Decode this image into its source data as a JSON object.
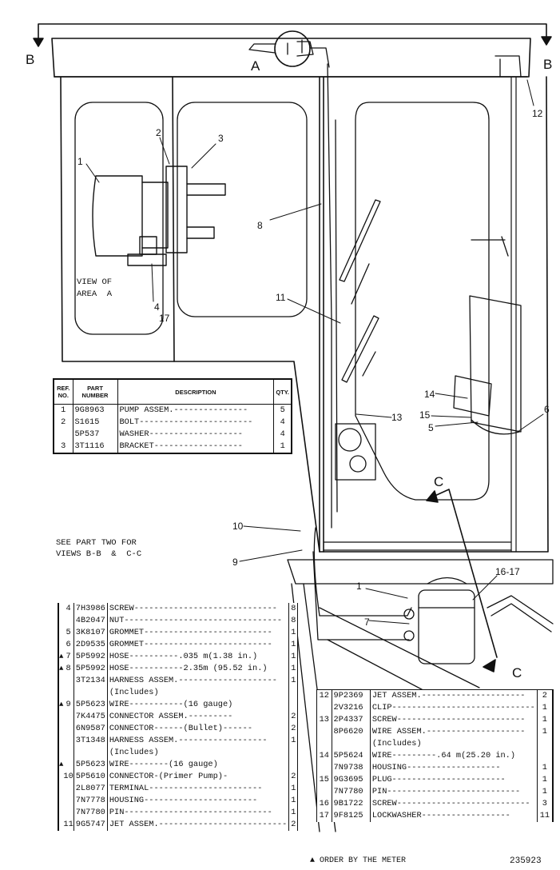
{
  "view_labels": {
    "b_left": "B",
    "b_right": "B",
    "a": "A",
    "c_top": "C",
    "c_bottom": "C",
    "view_of_area": "VIEW OF\nAREA  A"
  },
  "callouts": {
    "c1": "1",
    "c2": "2",
    "c3": "3",
    "c4": "4",
    "c17": "17",
    "c8": "8",
    "c11": "11",
    "c12": "12",
    "c13": "13",
    "c14": "14",
    "c15": "15",
    "c5": "5",
    "c6": "6",
    "c10": "10",
    "c9": "9",
    "c1b": "1",
    "c7": "7",
    "c1617": "16-17"
  },
  "see_part_two": "SEE PART TWO FOR\nVIEWS B-B  &  C-C",
  "table1": {
    "headers": {
      "ref": "REF.\nNO.",
      "part": "PART\nNUMBER",
      "description": "DESCRIPTION",
      "qty": "QTY."
    },
    "rows": [
      {
        "ref": "1",
        "part": "9G8963",
        "desc": "PUMP ASSEM.---------------",
        "qty": "5"
      },
      {
        "ref": "2",
        "part": "S1615",
        "desc": "BOLT-----------------------",
        "qty": "4"
      },
      {
        "ref": "",
        "part": "5P537",
        "desc": "WASHER-------------------",
        "qty": "4"
      },
      {
        "ref": "3",
        "part": "3T1116",
        "desc": "BRACKET------------------",
        "qty": "1"
      }
    ]
  },
  "table2": {
    "rows": [
      {
        "mark": "",
        "ref": "4",
        "part": "7H3986",
        "desc": "SCREW-----------------------------",
        "qty": "8"
      },
      {
        "mark": "",
        "ref": "",
        "part": "4B2047",
        "desc": "NUT--------------------------------",
        "qty": "8"
      },
      {
        "mark": "",
        "ref": "5",
        "part": "3K8107",
        "desc": "GROMMET--------------------------",
        "qty": "1"
      },
      {
        "mark": "",
        "ref": "6",
        "part": "2D9535",
        "desc": "GROMMET--------------------------",
        "qty": "1"
      },
      {
        "mark": "▲",
        "ref": "7",
        "part": "5P5992",
        "desc": "HOSE----------.035 m(1.38 in.)",
        "qty": "1"
      },
      {
        "mark": "▲",
        "ref": "8",
        "part": "5P5992",
        "desc": "HOSE-----------2.35m (95.52 in.)",
        "qty": "1"
      },
      {
        "mark": "",
        "ref": "",
        "part": "3T2134",
        "desc": "HARNESS ASSEM.--------------------",
        "qty": "1"
      },
      {
        "mark": "",
        "ref": "",
        "part": "",
        "desc": "     (Includes)",
        "qty": ""
      },
      {
        "mark": "▲",
        "ref": "9",
        "part": "5P5623",
        "desc": "     WIRE-----------(16 gauge)",
        "qty": ""
      },
      {
        "mark": "",
        "ref": "",
        "part": "7K4475",
        "desc": "     CONNECTOR ASSEM.---------",
        "qty": "2"
      },
      {
        "mark": "",
        "ref": "",
        "part": "6N9587",
        "desc": "     CONNECTOR------(Bullet)------",
        "qty": "2"
      },
      {
        "mark": "",
        "ref": "",
        "part": "3T1348",
        "desc": "HARNESS ASSEM.------------------",
        "qty": "1"
      },
      {
        "mark": "",
        "ref": "",
        "part": "",
        "desc": "     (Includes)",
        "qty": ""
      },
      {
        "mark": "▲",
        "ref": "",
        "part": "5P5623",
        "desc": "     WIRE--------(16 gauge)",
        "qty": ""
      },
      {
        "mark": "",
        "ref": "10",
        "part": "5P5610",
        "desc": "     CONNECTOR-(Primer Pump)-",
        "qty": "2"
      },
      {
        "mark": "",
        "ref": "",
        "part": "2L8077",
        "desc": "     TERMINAL-----------------------",
        "qty": "1"
      },
      {
        "mark": "",
        "ref": "",
        "part": "7N7778",
        "desc": "     HOUSING-----------------------",
        "qty": "1"
      },
      {
        "mark": "",
        "ref": "",
        "part": "7N7780",
        "desc": "     PIN------------------------------",
        "qty": "1"
      },
      {
        "mark": "",
        "ref": "11",
        "part": "9G5747",
        "desc": "JET ASSEM.--------------------------",
        "qty": "2"
      }
    ]
  },
  "table3": {
    "rows": [
      {
        "ref": "12",
        "part": "9P2369",
        "desc": "JET ASSEM.---------------------",
        "qty": "2"
      },
      {
        "ref": "",
        "part": "2V3216",
        "desc": "CLIP-----------------------------",
        "qty": "1"
      },
      {
        "ref": "13",
        "part": "2P4337",
        "desc": "SCREW--------------------------",
        "qty": "1"
      },
      {
        "ref": "",
        "part": "8P6620",
        "desc": "WIRE ASSEM.--------------------",
        "qty": "1"
      },
      {
        "ref": "",
        "part": "",
        "desc": "     (Includes)",
        "qty": ""
      },
      {
        "ref": "14",
        "part": "5P5624",
        "desc": "     WIRE---------.64 m(25.20 in.)",
        "qty": ""
      },
      {
        "ref": "",
        "part": "7N9738",
        "desc": "     HOUSING-------------------",
        "qty": "1"
      },
      {
        "ref": "15",
        "part": "9G3695",
        "desc": "     PLUG-----------------------",
        "qty": "1"
      },
      {
        "ref": "",
        "part": "7N7780",
        "desc": "     PIN---------------------------",
        "qty": "1"
      },
      {
        "ref": "16",
        "part": "9B1722",
        "desc": "SCREW---------------------------",
        "qty": "3"
      },
      {
        "ref": "17",
        "part": "9F8125",
        "desc": "LOCKWASHER------------------",
        "qty": "11"
      }
    ]
  },
  "footer": {
    "order_note": "▲ ORDER BY THE METER",
    "code": "235923"
  }
}
